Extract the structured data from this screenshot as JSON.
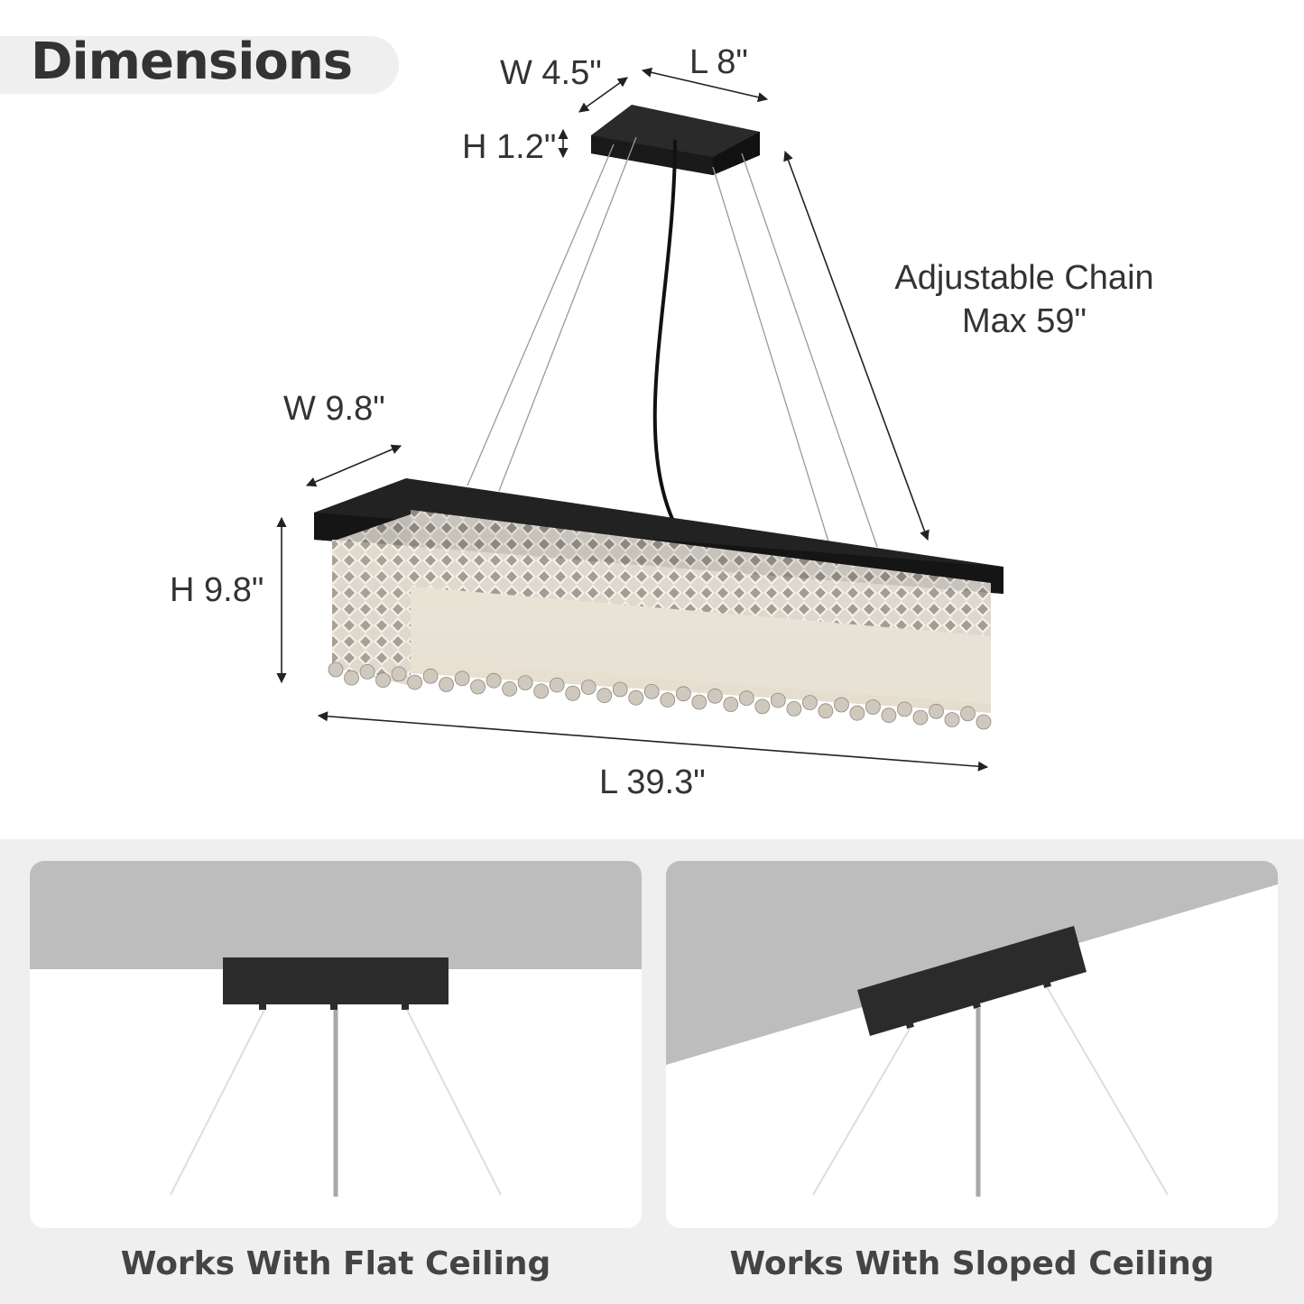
{
  "title": "Dimensions",
  "canopy": {
    "width": "W 4.5\"",
    "length": "L 8\"",
    "height": "H 1.2\""
  },
  "chain": {
    "line1": "Adjustable Chain",
    "line2": "Max 59\""
  },
  "fixture": {
    "width": "W 9.8\"",
    "height": "H 9.8\"",
    "length": "L 39.3\""
  },
  "ceilings": [
    {
      "caption": "Works With Flat Ceiling"
    },
    {
      "caption": "Works With Sloped Ceiling"
    }
  ],
  "colors": {
    "text": "#333333",
    "fixture_metal": "#1e1e1e",
    "ceiling_gray": "#bdbdbd",
    "panel_bg": "#efefef"
  }
}
